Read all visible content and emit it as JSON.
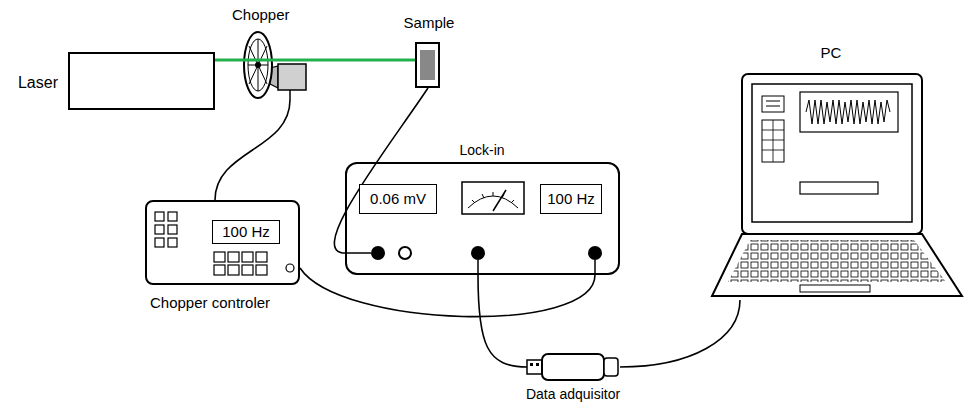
{
  "diagram": {
    "nodes": [
      {
        "text": [
          "Laser"
        ]
      },
      {
        "text": [
          "Chopper"
        ]
      },
      {
        "text": [
          "Sample"
        ]
      },
      {
        "text": [
          "Chopper controler"
        ]
      },
      {
        "text": [
          "100 Hz"
        ],
        "in": 3
      },
      {
        "text": [
          "Lock-in"
        ]
      },
      {
        "text": [
          "0.06 mV"
        ],
        "in": 5
      },
      {
        "text": [
          "100 Hz"
        ],
        "in": 5
      },
      {
        "text": [
          "Data adquisitor"
        ]
      },
      {
        "text": [
          "PC"
        ]
      }
    ],
    "edges": [
      {
        "from": 0,
        "to": 1,
        "arrow": "none"
      },
      {
        "from": 1,
        "to": 2,
        "arrow": "none"
      },
      {
        "from": 1,
        "to": 3,
        "arrow": "none"
      },
      {
        "from": 2,
        "to": 5,
        "arrow": "none"
      },
      {
        "from": 3,
        "to": 5,
        "arrow": "none"
      },
      {
        "from": 5,
        "to": 8,
        "arrow": "none"
      },
      {
        "from": 8,
        "to": 9,
        "arrow": "none"
      }
    ]
  }
}
